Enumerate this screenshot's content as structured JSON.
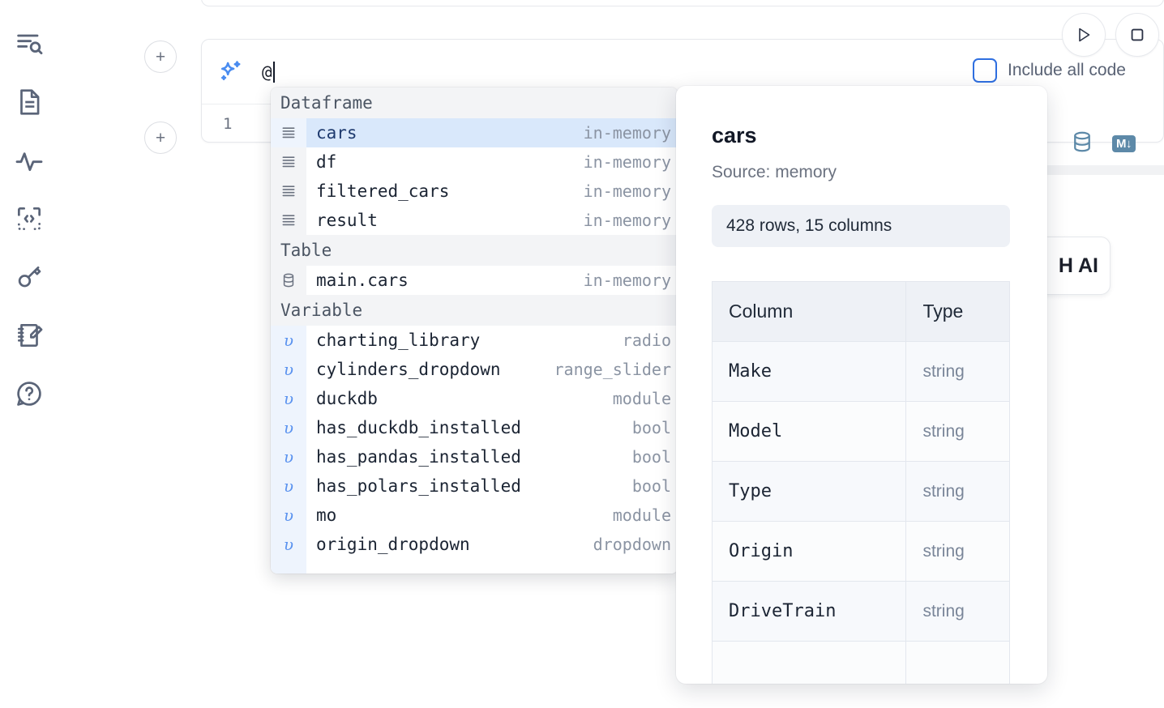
{
  "sidebar": {
    "items": [
      {
        "name": "search-outline-icon",
        "label": "Outline search"
      },
      {
        "name": "document-icon",
        "label": "Notebook file"
      },
      {
        "name": "activity-pulse-icon",
        "label": "Activity"
      },
      {
        "name": "code-snippet-icon",
        "label": "Snippets"
      },
      {
        "name": "key-icon",
        "label": "Secrets"
      },
      {
        "name": "notebook-edit-icon",
        "label": "Scratchpad"
      },
      {
        "name": "help-chat-icon",
        "label": "Help"
      }
    ]
  },
  "notebook": {
    "add_cell_label": "+",
    "line_number": "1",
    "ai_prompt_value": "@",
    "run_button_label": "Run",
    "stop_button_label": "Stop",
    "include_all_code_label": "Include all code",
    "include_all_code_checked": false,
    "database_icon_label": "Database",
    "markdown_badge_label": "M",
    "ai_pill_text": "H AI"
  },
  "autocomplete": {
    "sections": [
      {
        "title": "Dataframe",
        "icon": "dataframe-rows-icon",
        "items": [
          {
            "name": "cars",
            "type": "in-memory",
            "selected": true
          },
          {
            "name": "df",
            "type": "in-memory",
            "selected": false
          },
          {
            "name": "filtered_cars",
            "type": "in-memory",
            "selected": false
          },
          {
            "name": "result",
            "type": "in-memory",
            "selected": false
          }
        ]
      },
      {
        "title": "Table",
        "icon": "database-icon",
        "items": [
          {
            "name": "main.cars",
            "type": "in-memory",
            "selected": false
          }
        ]
      },
      {
        "title": "Variable",
        "icon": "variable-icon",
        "items": [
          {
            "name": "charting_library",
            "type": "radio",
            "selected": false
          },
          {
            "name": "cylinders_dropdown",
            "type": "range_slider",
            "selected": false
          },
          {
            "name": "duckdb",
            "type": "module",
            "selected": false
          },
          {
            "name": "has_duckdb_installed",
            "type": "bool",
            "selected": false
          },
          {
            "name": "has_pandas_installed",
            "type": "bool",
            "selected": false
          },
          {
            "name": "has_polars_installed",
            "type": "bool",
            "selected": false
          },
          {
            "name": "mo",
            "type": "module",
            "selected": false
          },
          {
            "name": "origin_dropdown",
            "type": "dropdown",
            "selected": false
          },
          {
            "name": "",
            "type": "",
            "selected": false
          }
        ]
      }
    ],
    "variable_glyph": "υ"
  },
  "detail": {
    "title": "cars",
    "source_label": "Source: memory",
    "shape_label": "428 rows, 15 columns",
    "table": {
      "headers": [
        "Column",
        "Type"
      ],
      "rows": [
        [
          "Make",
          "string"
        ],
        [
          "Model",
          "string"
        ],
        [
          "Type",
          "string"
        ],
        [
          "Origin",
          "string"
        ],
        [
          "DriveTrain",
          "string"
        ],
        [
          "",
          ""
        ]
      ]
    }
  },
  "colors": {
    "accent_blue": "#4a8cf0",
    "selection_blue": "#d9e8fb",
    "icon_slate": "#5a6478",
    "toolbar_blue": "#5d89a8"
  }
}
